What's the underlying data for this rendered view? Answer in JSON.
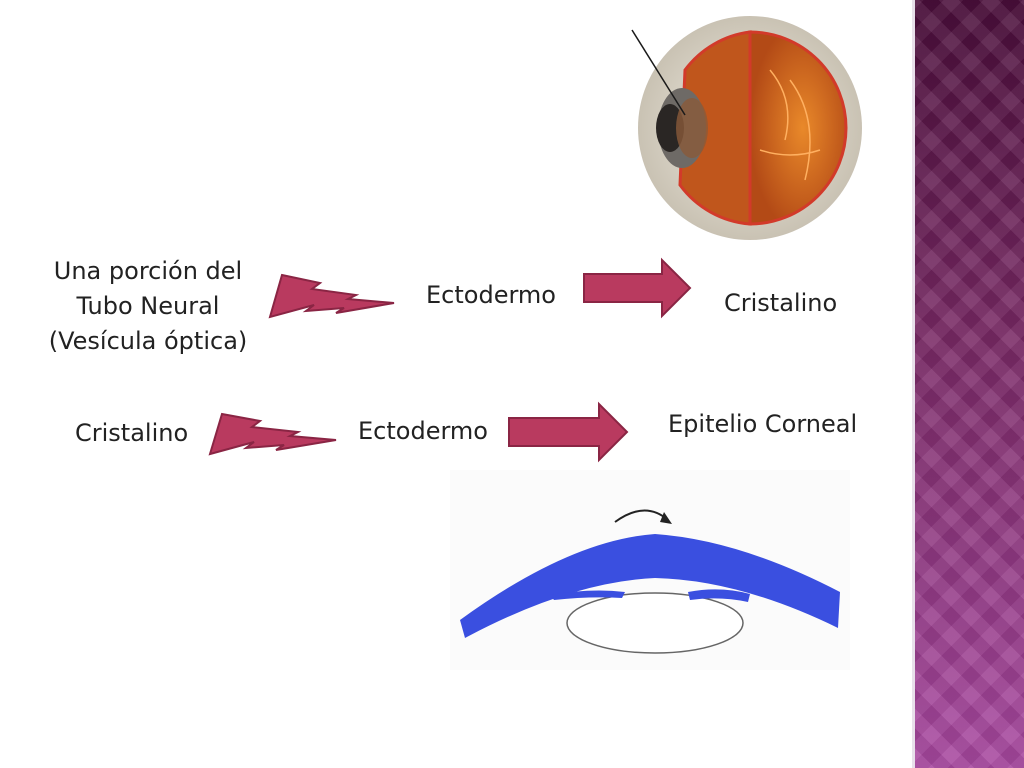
{
  "row1": {
    "source_line1": "Una porción del",
    "source_line2": "Tubo Neural",
    "source_line3": "(Vesícula óptica)",
    "tissue": "Ectodermo",
    "result": "Cristalino"
  },
  "row2": {
    "source": "Cristalino",
    "tissue": "Ectodermo",
    "result": "Epitelio Corneal"
  },
  "colors": {
    "arrow_fill": "#b93a5f",
    "arrow_stroke": "#8a2544",
    "cornea_blue": "#3a4fe0",
    "side_band": "#7a2a66"
  }
}
